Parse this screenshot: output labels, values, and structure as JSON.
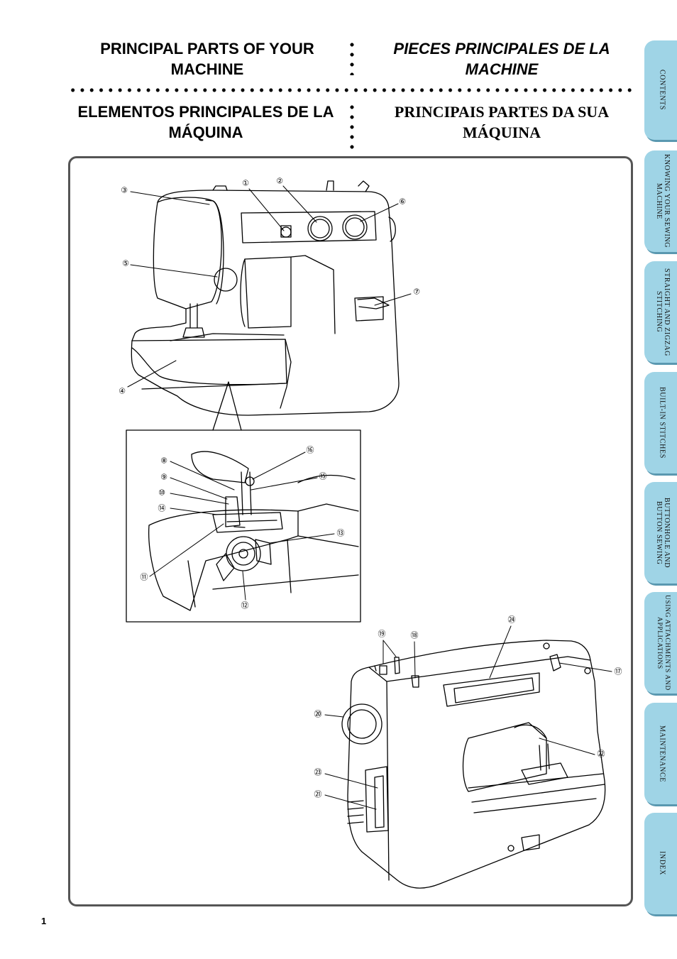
{
  "headings": {
    "en": "PRINCIPAL PARTS OF YOUR MACHINE",
    "fr": "PIECES PRINCIPALES DE LA MACHINE",
    "es": "ELEMENTOS PRINCIPALES DE LA MÁQUINA",
    "pt": "PRINCIPAIS PARTES DA SUA MÁQUINA"
  },
  "tabs": [
    "CONTENTS",
    "KNOWING YOUR SEWING MACHINE",
    "STRAIGHT AND ZIGZAG STITCHING",
    "BUILT-IN STITCHES",
    "BUTTONHOLE AND BUTTON SEWING",
    "USING ATTACHMENTS AND APPLICATIONS",
    "MAINTENANCE",
    "INDEX"
  ],
  "callouts": [
    "①",
    "②",
    "③",
    "④",
    "⑤",
    "⑥",
    "⑦",
    "⑧",
    "⑨",
    "⑩",
    "⑪",
    "⑫",
    "⑬",
    "⑭",
    "⑮",
    "⑯",
    "⑰",
    "⑱",
    "⑲",
    "⑳",
    "㉑",
    "㉒",
    "㉓",
    "㉔"
  ],
  "page_number": "1"
}
